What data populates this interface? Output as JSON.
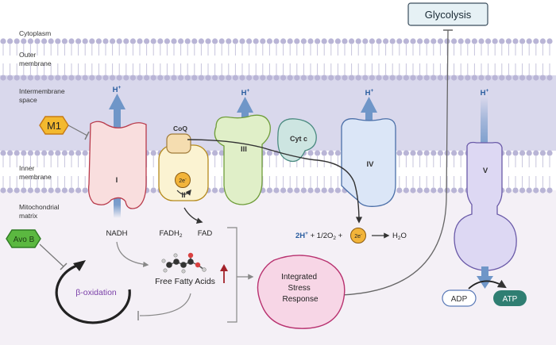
{
  "regions": {
    "cytoplasm": "Cytoplasm",
    "outer_membrane_1": "Outer",
    "outer_membrane_2": "membrane",
    "intermembrane_1": "Intermembrane",
    "intermembrane_2": "space",
    "inner_membrane_1": "Inner",
    "inner_membrane_2": "membrane",
    "matrix_1": "Mitochondrial",
    "matrix_2": "matrix"
  },
  "proton": {
    "h": "H",
    "plus": "+"
  },
  "complexes": {
    "I": "I",
    "II": "II",
    "III": "III",
    "IV": "IV",
    "V": "V",
    "coq": "CoQ",
    "cytc": "Cyt c"
  },
  "electron": {
    "label": "2e",
    "sup": "-"
  },
  "inhibitors": {
    "m1": "M1",
    "avob": "Avo B"
  },
  "metabolites": {
    "nadh": "NADH",
    "fadh_base": "FADH",
    "fadh_sub": "2",
    "fad": "FAD",
    "h2o_base": "H",
    "h2o_sub": "2",
    "h2o_end": "O",
    "eq_2h": "2H",
    "eq_plus_sign": "+",
    "eq_half": " + 1/2O",
    "eq_half_sub": "2",
    "eq_tail": " +"
  },
  "processes": {
    "glycolysis": "Glycolysis",
    "beta_oxidation": "β-oxidation",
    "free_fatty_acids": "Free Fatty Acids",
    "isr_1": "Integrated",
    "isr_2": "Stress",
    "isr_3": "Response",
    "adp": "ADP",
    "atp": "ATP"
  },
  "colors": {
    "intermembrane": "#d9d8ec",
    "matrix": "#f4f0f6",
    "proton_arrow": "#6f96c8",
    "complex_I": "#f9dede",
    "complex_II": "#fbf3d2",
    "complex_III": "#e0efc8",
    "complex_IV": "#dbe6f7",
    "complex_V": "#ddd8f3",
    "isr": "#f7d6e6",
    "glycolysis": "#e6f1f5",
    "atp": "#2f7e72",
    "m1": "#f3b92f",
    "avob": "#5bb840"
  }
}
